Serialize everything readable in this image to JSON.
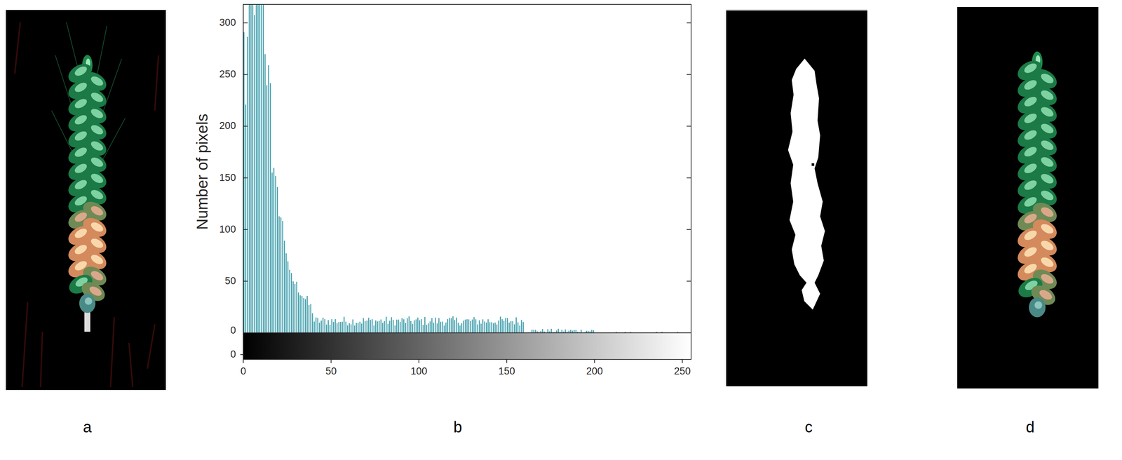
{
  "diagram": {
    "labels": [
      "Number of pixels",
      "300",
      "250",
      "200",
      "150",
      "100",
      "50",
      "0",
      "0",
      "0",
      "50",
      "100",
      "150",
      "200",
      "250",
      "a",
      "b",
      "c",
      "d"
    ]
  }
}
